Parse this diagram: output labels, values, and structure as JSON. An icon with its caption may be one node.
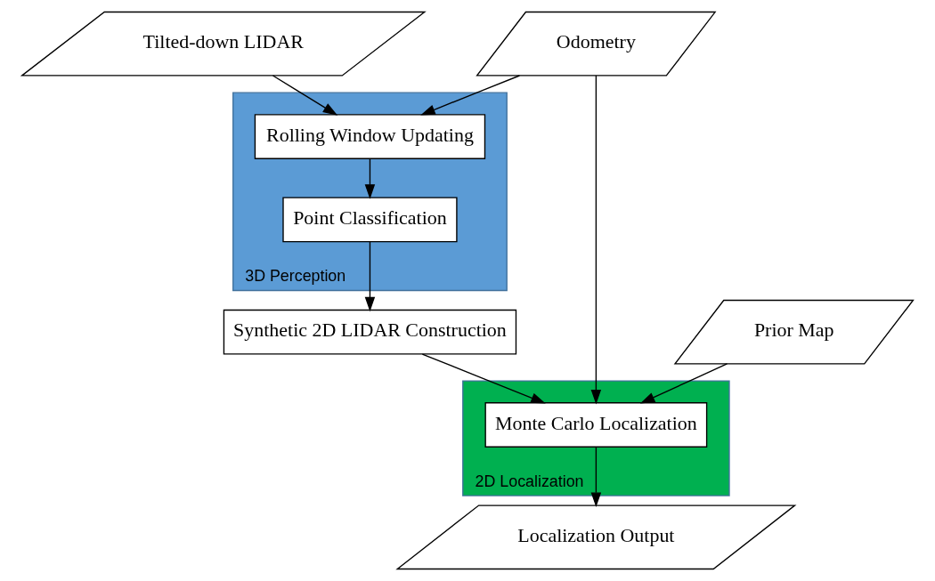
{
  "diagram": {
    "nodes": [
      {
        "text": [
          "Tilted-down LIDAR"
        ]
      },
      {
        "text": [
          "Odometry"
        ]
      },
      {
        "text": [
          "3D Perception"
        ]
      },
      {
        "text": [
          "Rolling Window Updating"
        ],
        "in": 2
      },
      {
        "text": [
          "Point Classification"
        ],
        "in": 2
      },
      {
        "text": [
          "Synthetic 2D LIDAR Construction"
        ]
      },
      {
        "text": [
          "2D Localization"
        ]
      },
      {
        "text": [
          "Monte Carlo Localization"
        ],
        "in": 6
      },
      {
        "text": [
          "Localization Output"
        ]
      },
      {
        "text": [
          "Prior Map"
        ]
      }
    ],
    "edges": [
      {
        "from": 0,
        "to": 3,
        "arrow": "to"
      },
      {
        "from": 1,
        "to": 3,
        "arrow": "to"
      },
      {
        "from": 3,
        "to": 4,
        "arrow": "to"
      },
      {
        "from": 4,
        "to": 5,
        "arrow": "to"
      },
      {
        "from": 5,
        "to": 7,
        "arrow": "to"
      },
      {
        "from": 1,
        "to": 7,
        "arrow": "to"
      },
      {
        "from": 9,
        "to": 7,
        "arrow": "to"
      },
      {
        "from": 7,
        "to": 8,
        "arrow": "to"
      }
    ]
  }
}
